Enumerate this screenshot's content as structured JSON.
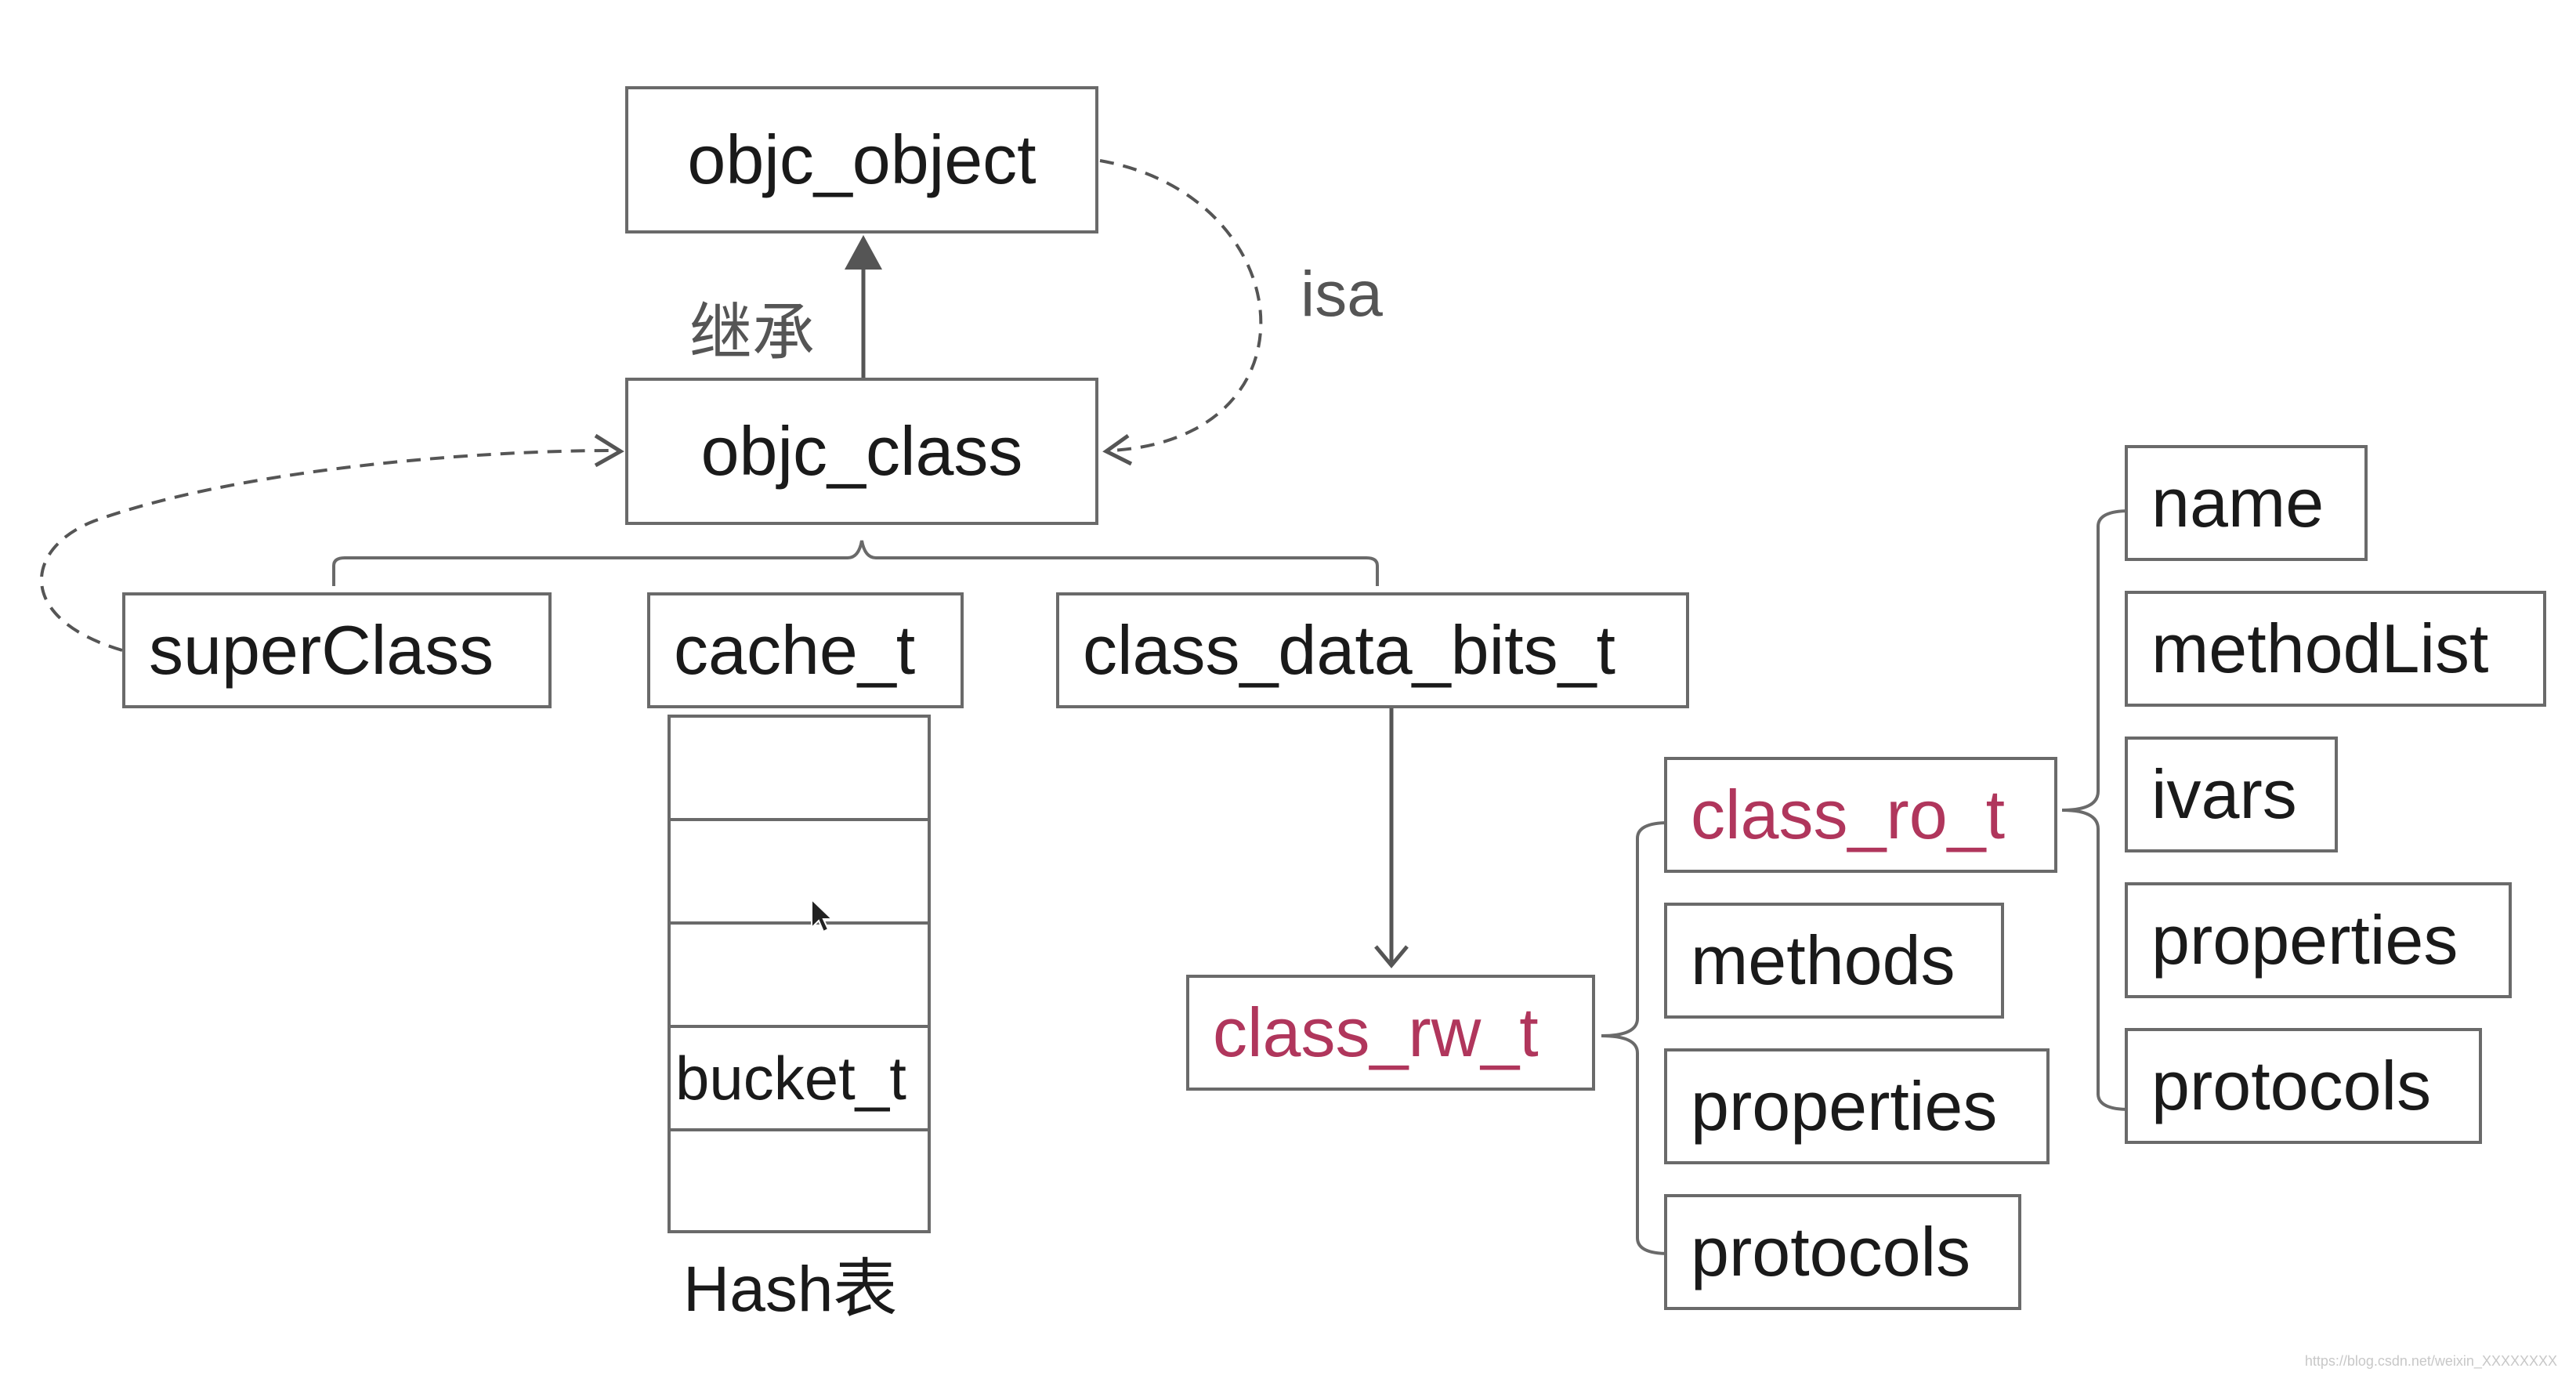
{
  "nodes": {
    "objc_object": "objc_object",
    "objc_class": "objc_class",
    "superClass": "superClass",
    "cache_t": "cache_t",
    "class_data_bits_t": "class_data_bits_t",
    "class_rw_t": "class_rw_t",
    "class_ro_t": "class_ro_t",
    "rw_methods": "methods",
    "rw_properties": "properties",
    "rw_protocols": "protocols",
    "ro_name": "name",
    "ro_methodList": "methodList",
    "ro_ivars": "ivars",
    "ro_properties": "properties",
    "ro_protocols": "protocols"
  },
  "hash_table": {
    "cells": [
      "",
      "",
      "",
      "bucket_t",
      ""
    ],
    "caption": "Hash表"
  },
  "edge_labels": {
    "inherit": "继承",
    "isa": "isa"
  },
  "colors": {
    "highlight_text": "#b0365c",
    "line": "#6a6a6a"
  },
  "watermark": "https://blog.csdn.net/weixin_XXXXXXXX"
}
